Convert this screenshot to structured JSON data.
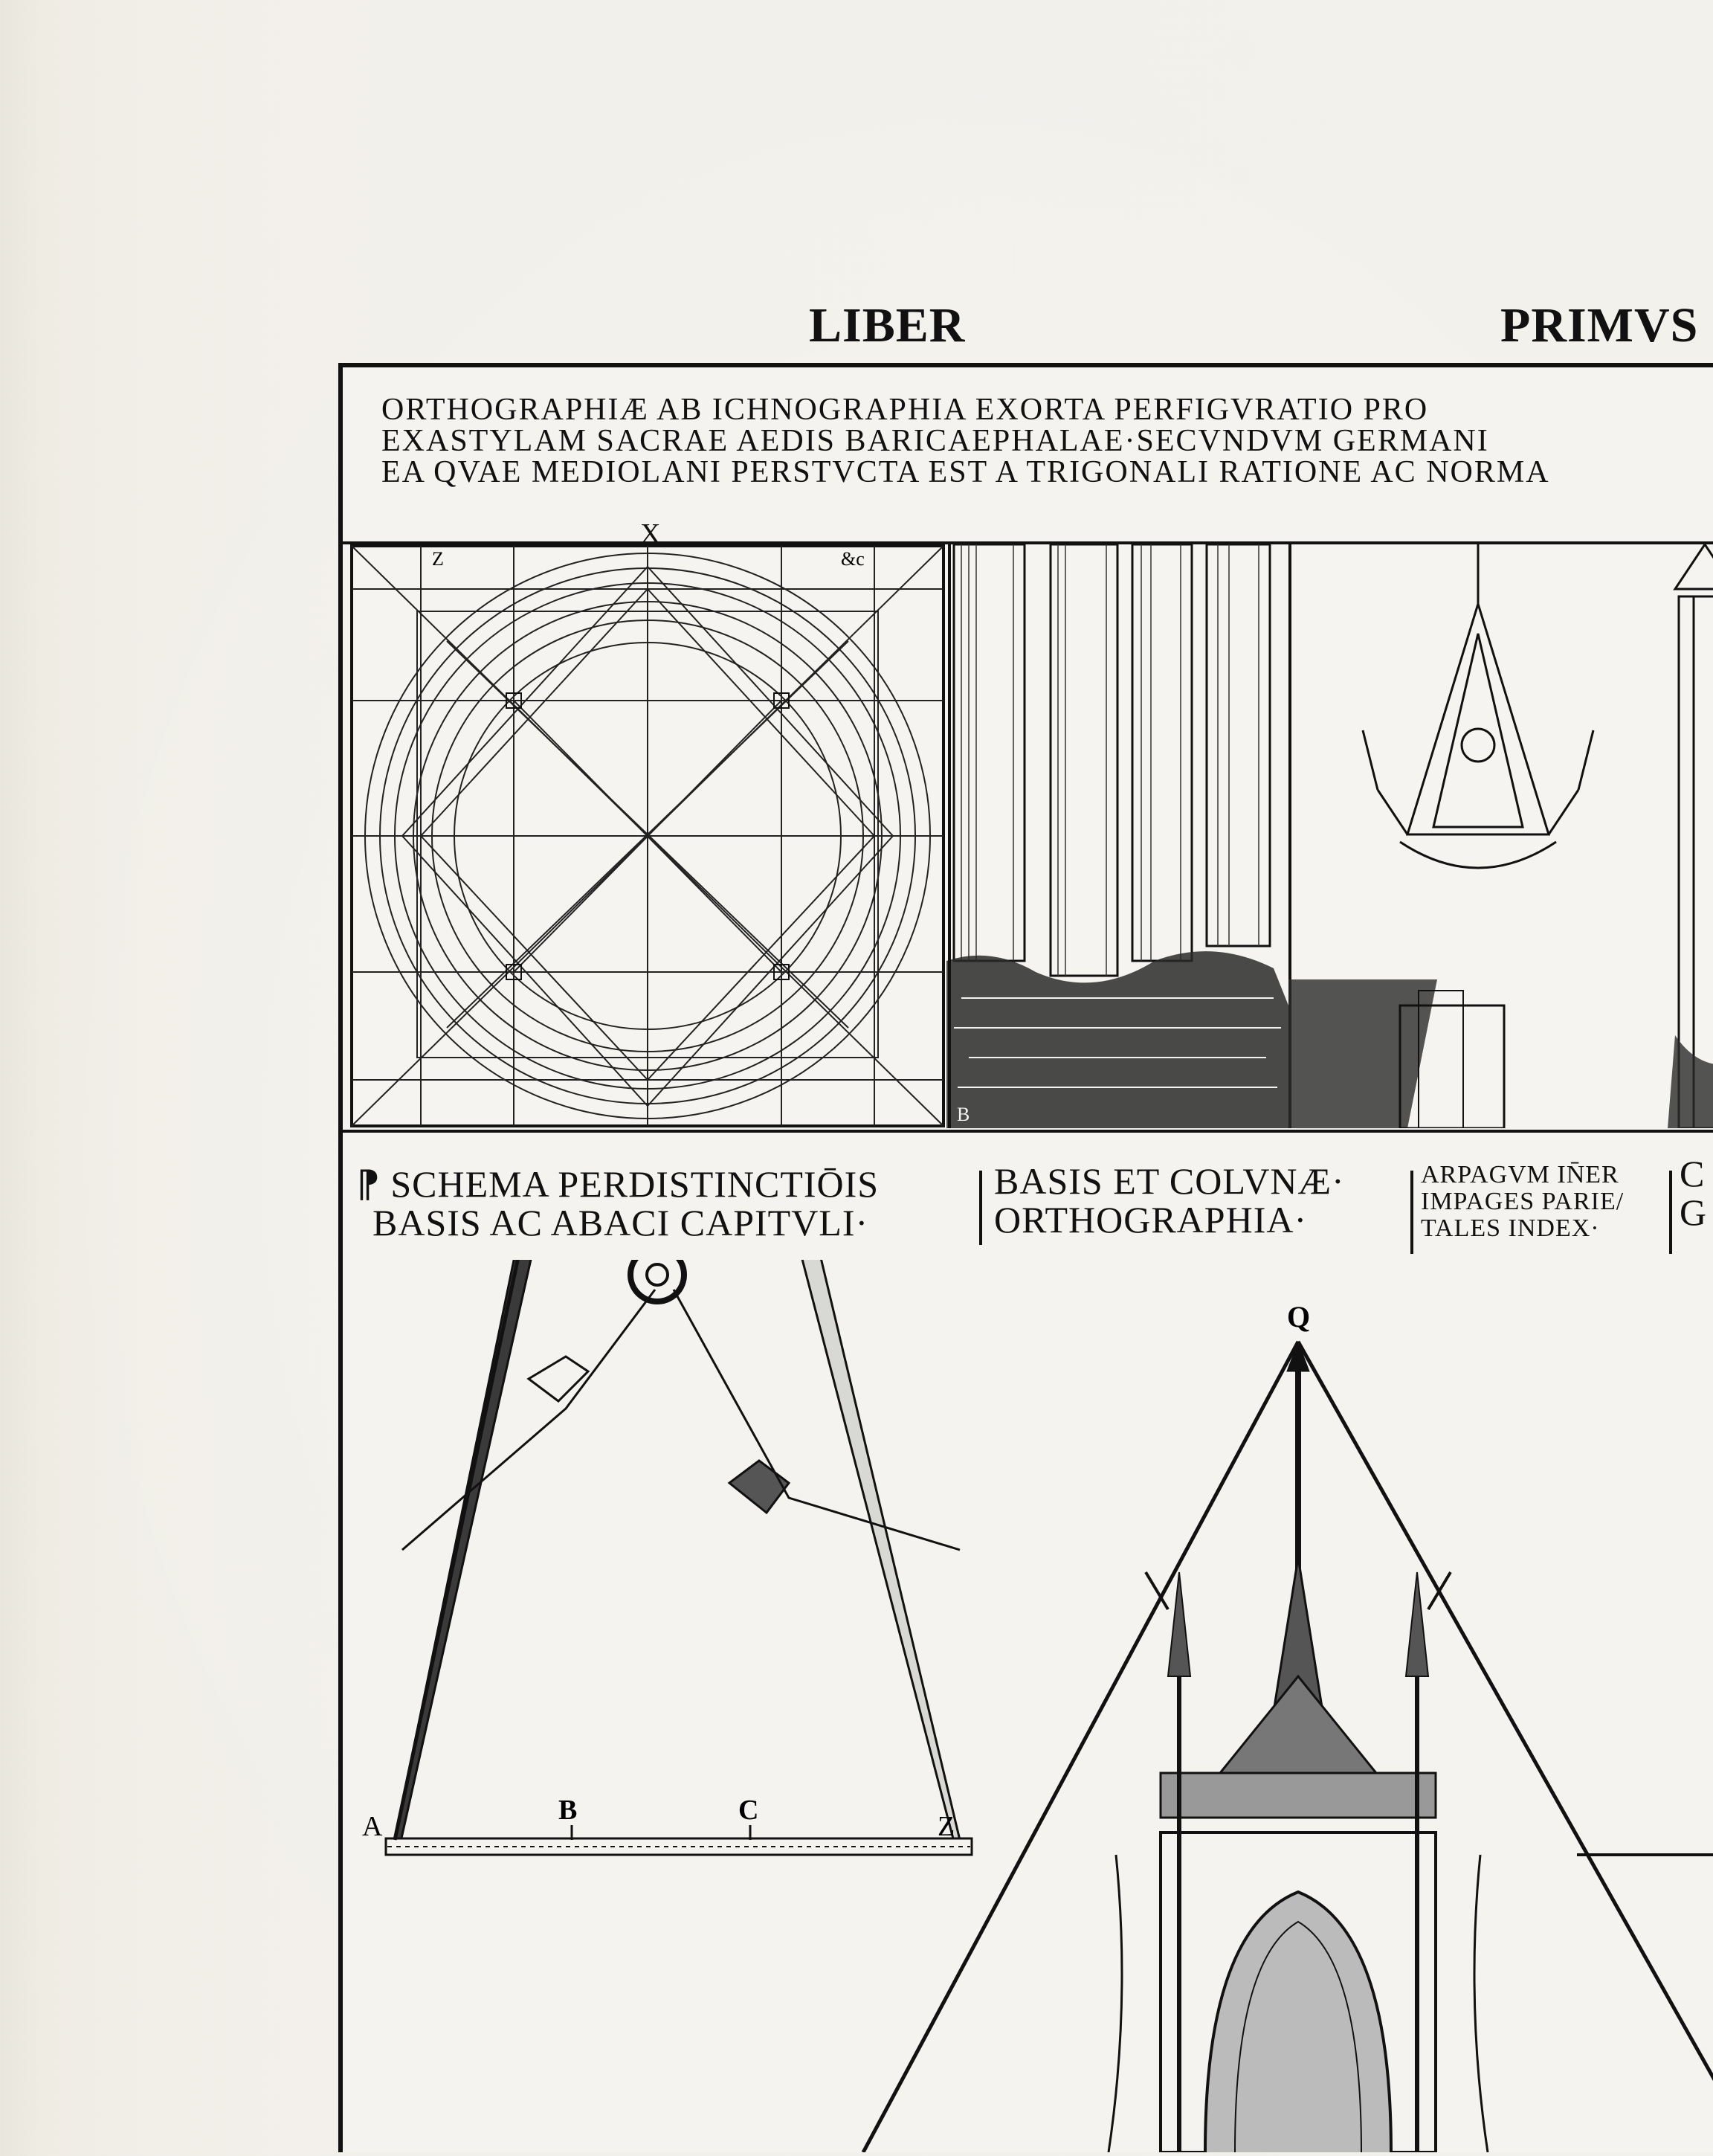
{
  "running_head": {
    "left": "LIBER",
    "right": "PRIMVS"
  },
  "title": {
    "line1": "ORTHOGRAPHIÆ AB ICHNOGRAPHIA EXORTA PERFIGVRATIO PRO",
    "line2": "EXASTYLAM SACRAE AEDIS BARICAEPHALAE·SECVNDVM GERMANI",
    "line3": "EA QVAE MEDIOLANI PERSTVCTA EST A TRIGONALI RATIONE AC NORMA"
  },
  "figure_labels": {
    "plan_top": "X",
    "plan_corner_left": "Z",
    "plan_corner_right": "&c",
    "column_bottom": "B",
    "compass_a": "A",
    "compass_b": "B",
    "compass_c": "C",
    "compass_z": "Z",
    "elevation_q": "Q"
  },
  "captions": {
    "c1_line1": "SCHEMA PERDISTINCTIŌIS",
    "c1_line2": "BASIS AC ABACI CAPITVLI·",
    "c2_line1": "BASIS ET COLVNÆ·",
    "c2_line2": "ORTHOGRAPHIA·",
    "c3_line1": "ARPAGVM IN̄ER",
    "c3_line2": "IMPAGES PARIE/",
    "c3_line3": "TALES INDEX·",
    "c4_line1": "C",
    "c4_line2": "G"
  }
}
